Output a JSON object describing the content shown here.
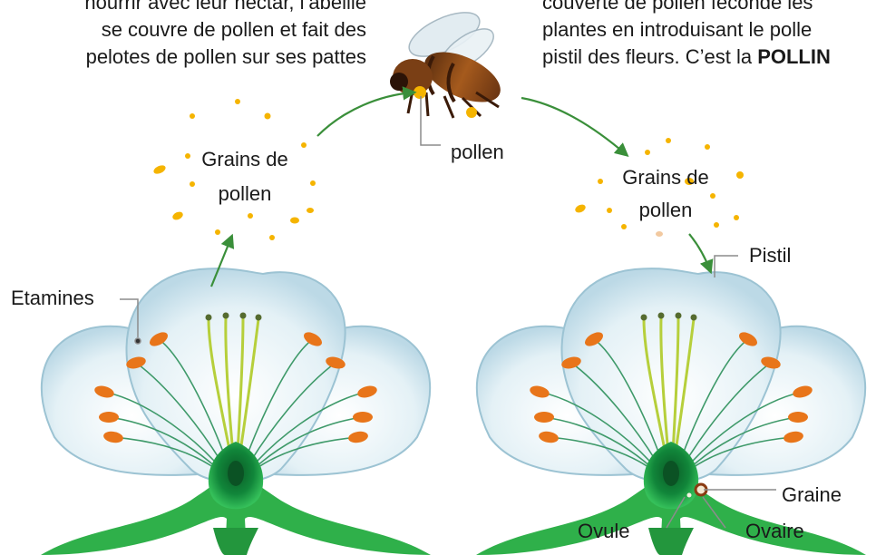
{
  "texts": {
    "left_paragraph": "nourrir avec leur nectar, l’abeille\nse couvre de pollen et fait des\npelotes de pollen sur ses pattes",
    "right_paragraph_l1": "couverte de pollen féconde les",
    "right_paragraph_l2": "plantes en introduisant le polle",
    "right_paragraph_l3a": "pistil des fleurs. C’est la ",
    "right_paragraph_l3b": "POLLIN",
    "bee_label": "pollen",
    "grains_left_1": "Grains de",
    "grains_left_2": "pollen",
    "grains_right_1": "Grains de",
    "grains_right_2": "pollen",
    "etamines": "Etamines",
    "pistil": "Pistil",
    "graine": "Graine",
    "ovule": "Ovule",
    "ovaire": "Ovaire"
  },
  "colors": {
    "pollen": "#f5b400",
    "anther": "#e8751a",
    "stem_green": "#2fa84a",
    "arrow_green": "#3a8f3a",
    "petal_fill": "#eaf4f8",
    "petal_edge": "#8fb7c9"
  }
}
